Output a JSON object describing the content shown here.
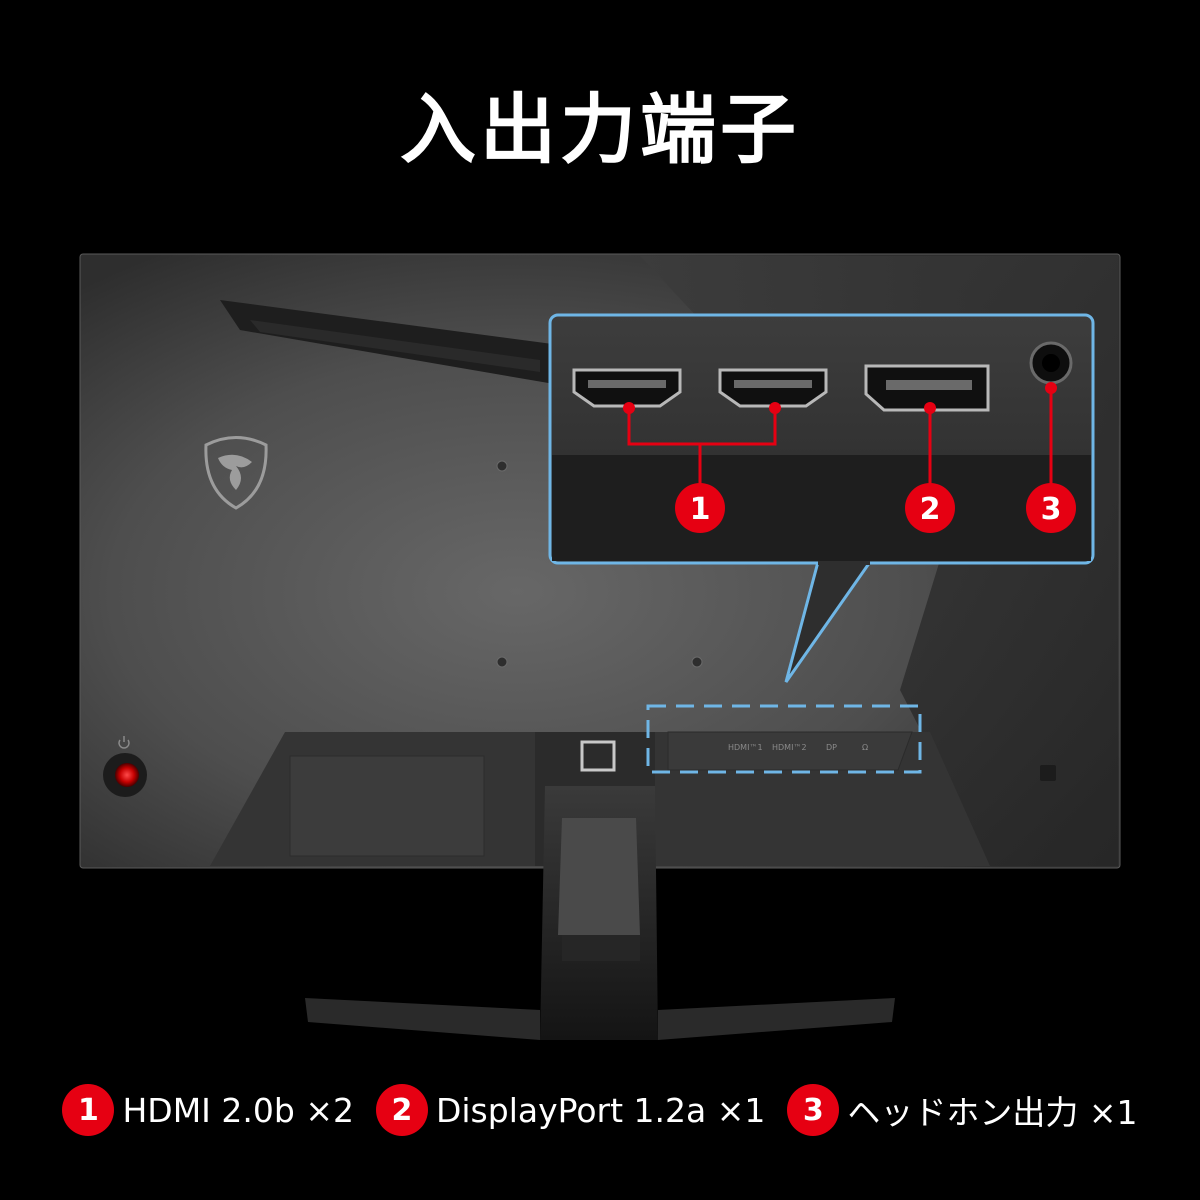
{
  "title": "入出力端子",
  "colors": {
    "background": "#000000",
    "accent_red": "#e60012",
    "callout_blue": "#6fb6e6",
    "monitor_gray": "#4a4a4a"
  },
  "callouts": [
    {
      "number": "1"
    },
    {
      "number": "2"
    },
    {
      "number": "3"
    }
  ],
  "port_labels": {
    "hdmi1": "HDMI™1",
    "hdmi2": "HDMI™2",
    "dp": "DP",
    "headphone": "Ω"
  },
  "icons": {
    "logo": "msi-dragon-shield-logo",
    "power": "power-icon",
    "headphone": "headphone-jack-icon"
  },
  "legend": [
    {
      "number": "1",
      "label": "HDMI 2.0b ×2"
    },
    {
      "number": "2",
      "label": "DisplayPort 1.2a ×1"
    },
    {
      "number": "3",
      "label": "ヘッドホン出力 ×1"
    }
  ]
}
